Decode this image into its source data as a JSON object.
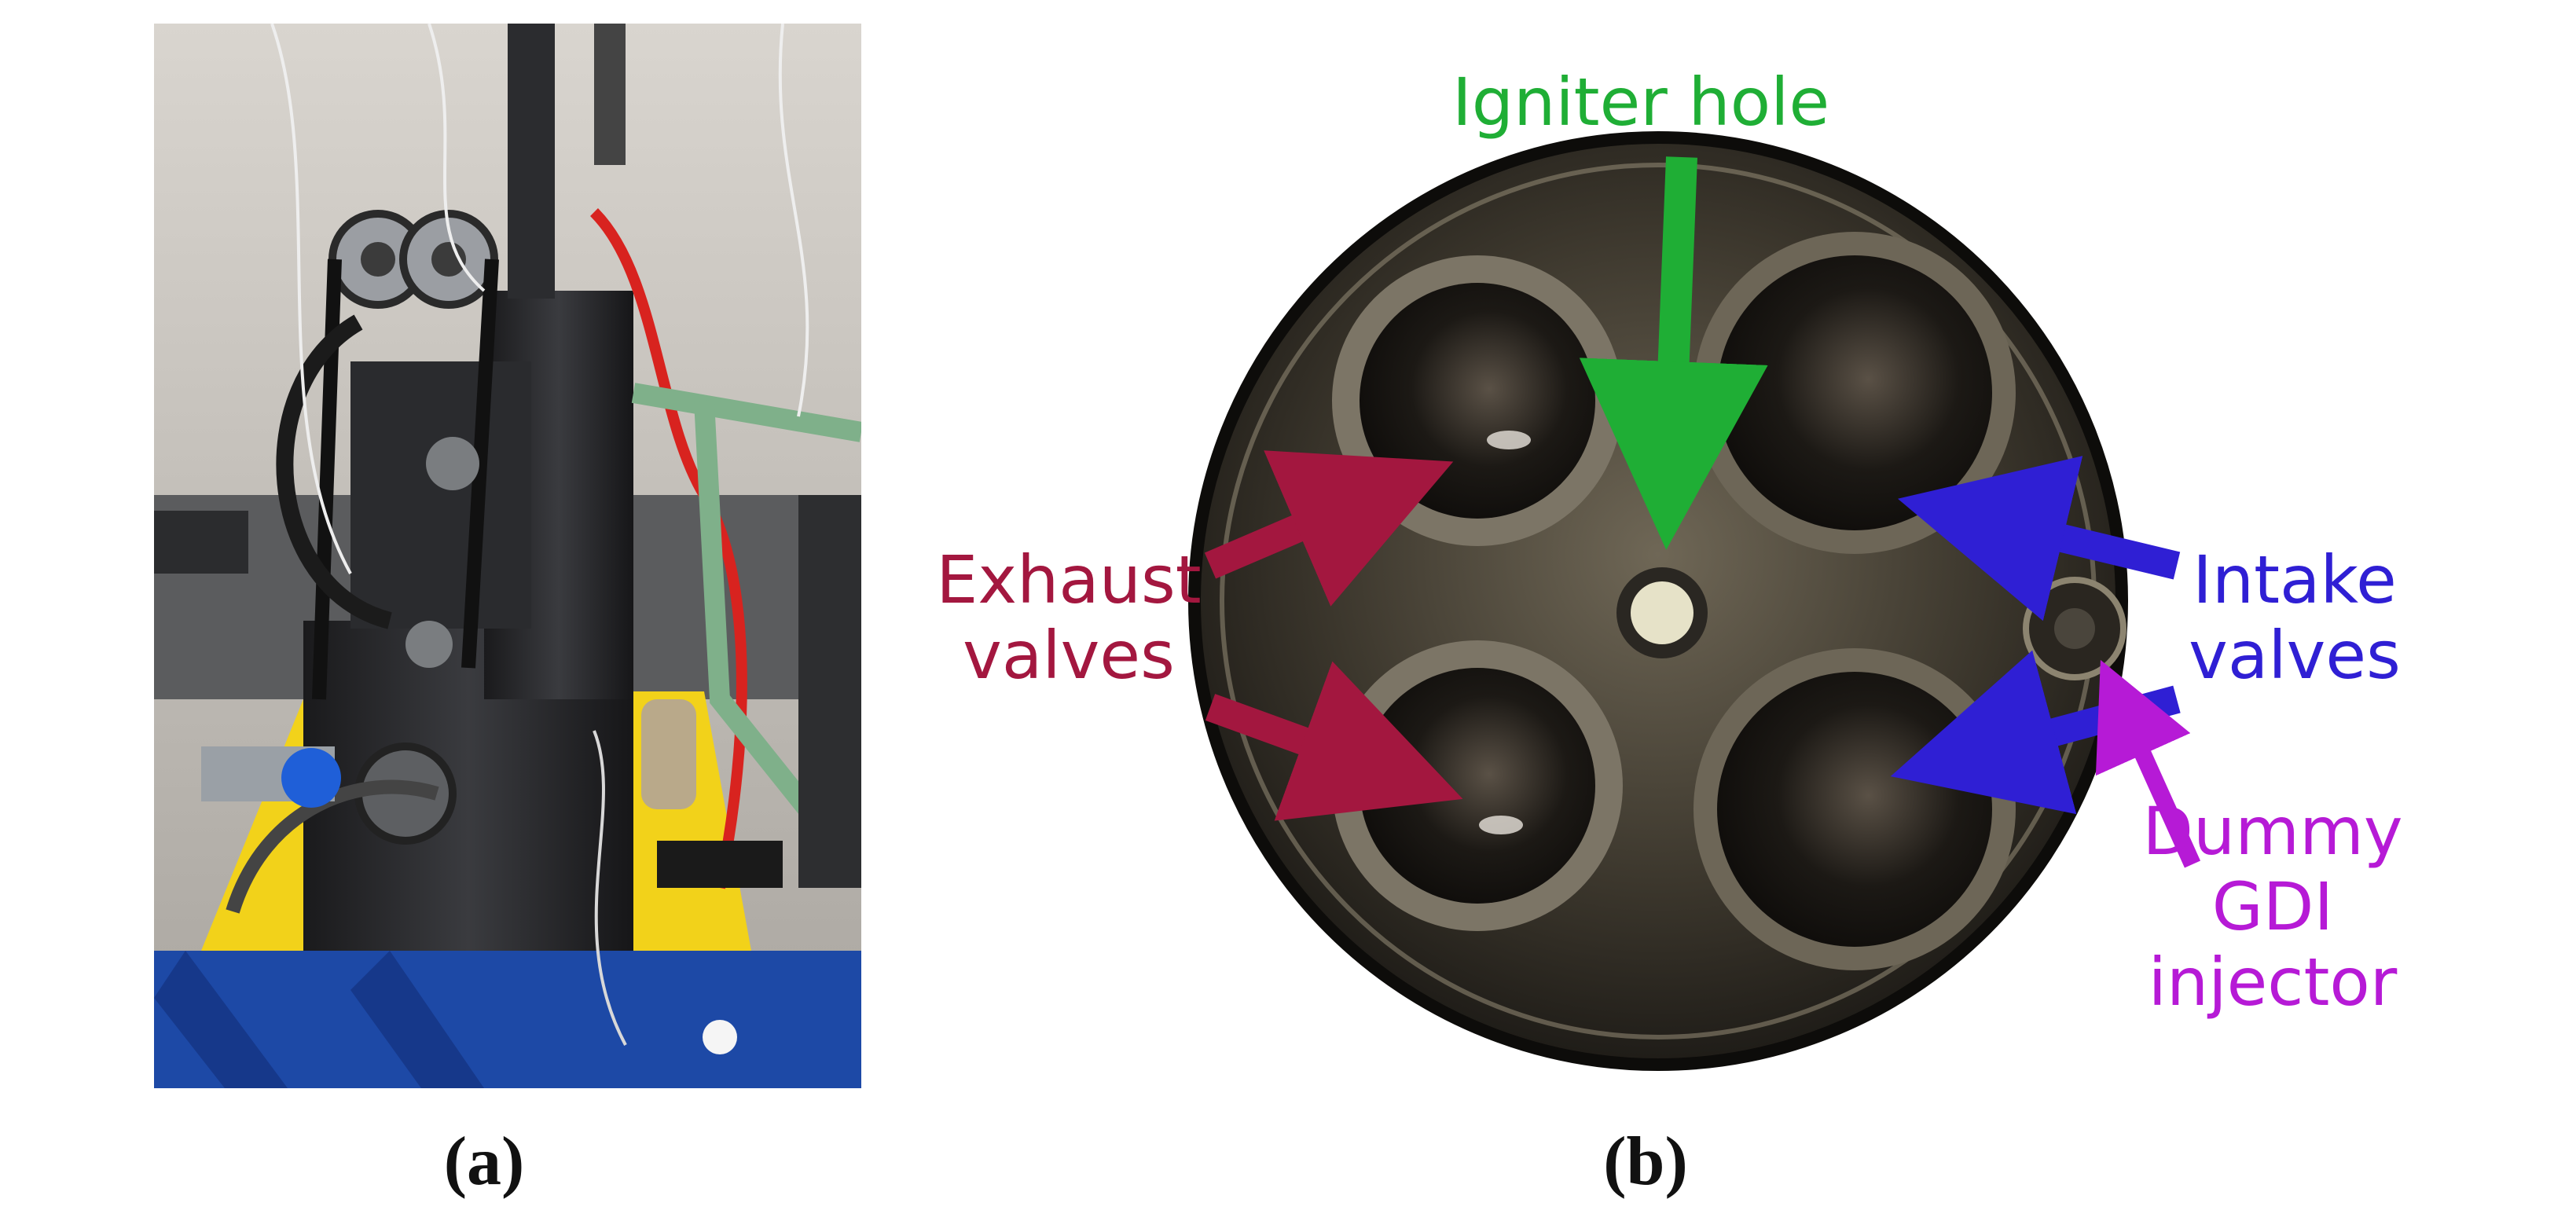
{
  "figure": {
    "panel_a": {
      "caption": "(a)",
      "image": "engine-test-bench-photo"
    },
    "panel_b": {
      "caption": "(b)",
      "image": "cylinder-head-combustion-chamber-photo",
      "labels": {
        "igniter": "Igniter hole",
        "exhaust_line1": "Exhaust",
        "exhaust_line2": "valves",
        "intake_line1": "Intake",
        "intake_line2": "valves",
        "dummy_line1": "Dummy",
        "dummy_line2": "GDI",
        "dummy_line3": "injector"
      }
    },
    "colors": {
      "igniter": "#1fae35",
      "exhaust": "#a3173f",
      "intake": "#2f1fd4",
      "dummy": "#b61ad6"
    }
  }
}
